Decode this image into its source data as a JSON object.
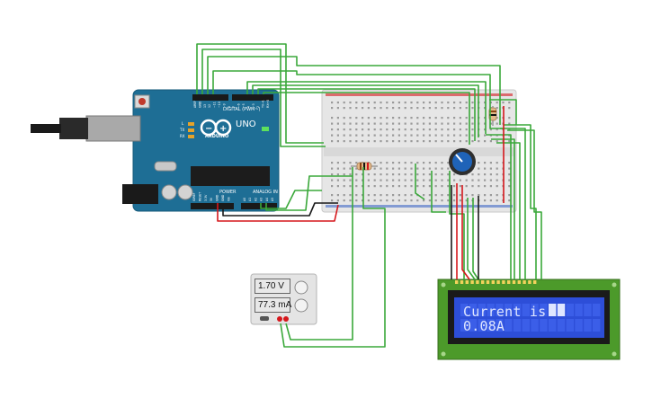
{
  "arduino": {
    "model_label": "UNO",
    "brand_label": "ARDUINO",
    "digital_header_label": "DIGITAL (PWM~)",
    "power_label": "POWER",
    "analog_label": "ANALOG IN",
    "pin_l": "L",
    "pin_tx": "TX",
    "pin_rx": "RX",
    "board_color": "#1e6e95",
    "digital_pins": [
      "AREF",
      "GND",
      "13",
      "12",
      "~11",
      "~10",
      "~9",
      "8",
      "7",
      "~6",
      "~5",
      "4",
      "~3",
      "2",
      "TX→1",
      "RX←0"
    ],
    "power_pins": [
      "IOREF",
      "RESET",
      "3.3V",
      "5V",
      "GND",
      "GND",
      "Vin"
    ],
    "analog_pins": [
      "A0",
      "A1",
      "A2",
      "A3",
      "A4",
      "A5"
    ]
  },
  "power_supply": {
    "voltage_readout": "1.70 V",
    "current_readout": "77.3 mA"
  },
  "lcd": {
    "line1": "Current is",
    "line2": "0.08A",
    "pcb_color": "#4c9a2a",
    "screen_color": "#2d4ed8"
  },
  "colors": {
    "wire_green": "#3aa83a",
    "wire_red": "#d6171c",
    "wire_black": "#1a1a1a",
    "breadboard": "#e9e9e9"
  }
}
